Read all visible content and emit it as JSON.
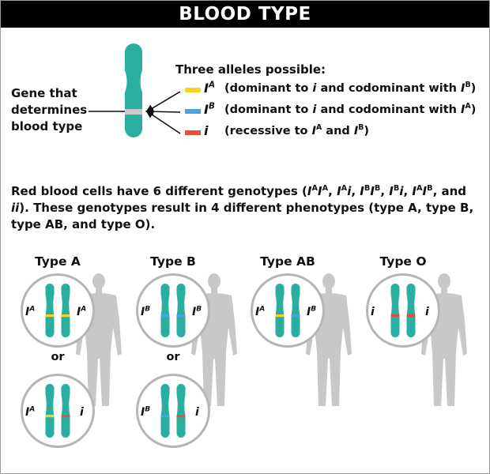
{
  "title": "BLOOD TYPE",
  "gene_label": [
    "Gene that",
    "determines",
    "blood type"
  ],
  "alleles_heading": "Three alleles possible:",
  "alleles": [
    {
      "symbol": "I",
      "sup": "A",
      "color": "#f7d21e",
      "desc_html": "(dominant to <i>i</i> and codominant with <i>I</i><sup>B</sup>)"
    },
    {
      "symbol": "I",
      "sup": "B",
      "color": "#4aa3df",
      "desc_html": "(dominant to <i>i</i> and codominant with <i>I</i><sup>A</sup>)"
    },
    {
      "symbol": "i",
      "sup": "",
      "color": "#e0503a",
      "desc_html": "(recessive to <i>I</i><sup>A</sup> and <i>I</i><sup>B</sup>)"
    }
  ],
  "paragraph_html": "Red blood cells have 6 different genotypes (<i>I</i><sup>A</sup><i>I</i><sup>A</sup>, <i>I</i><sup>A</sup><i>i</i>, <i>I</i><sup>B</sup><i>I</i><sup>B</sup>, <i>I</i><sup>B</sup><i>i</i>, <i>I</i><sup>A</sup><i>I</i><sup>B</sup>, and <i>ii</i>). These genotypes result in 4 different phenotypes (type A, type B, type AB, and type O).",
  "or_label": "or",
  "colors": {
    "chromosome": "#2aaea0",
    "chromosome_band": "#c9c9c9",
    "silhouette": "#c8c8c8",
    "circle_border": "#b5b5b5",
    "A": "#f7d21e",
    "B": "#4aa3df",
    "i": "#e0503a"
  },
  "types": [
    {
      "label": "Type A",
      "genotypes": [
        {
          "left": {
            "sym": "I",
            "sup": "A"
          },
          "right": {
            "sym": "I",
            "sup": "A"
          },
          "left_band": "A",
          "right_band": "A"
        },
        {
          "left": {
            "sym": "I",
            "sup": "A"
          },
          "right": {
            "sym": "i",
            "sup": ""
          },
          "left_band": "A",
          "right_band": "i"
        }
      ]
    },
    {
      "label": "Type B",
      "genotypes": [
        {
          "left": {
            "sym": "I",
            "sup": "B"
          },
          "right": {
            "sym": "I",
            "sup": "B"
          },
          "left_band": "B",
          "right_band": "B"
        },
        {
          "left": {
            "sym": "I",
            "sup": "B"
          },
          "right": {
            "sym": "i",
            "sup": ""
          },
          "left_band": "B",
          "right_band": "i"
        }
      ]
    },
    {
      "label": "Type AB",
      "genotypes": [
        {
          "left": {
            "sym": "I",
            "sup": "A"
          },
          "right": {
            "sym": "I",
            "sup": "B"
          },
          "left_band": "A",
          "right_band": "B"
        }
      ]
    },
    {
      "label": "Type O",
      "genotypes": [
        {
          "left": {
            "sym": "i",
            "sup": ""
          },
          "right": {
            "sym": "i",
            "sup": ""
          },
          "left_band": "i",
          "right_band": "i"
        }
      ]
    }
  ]
}
